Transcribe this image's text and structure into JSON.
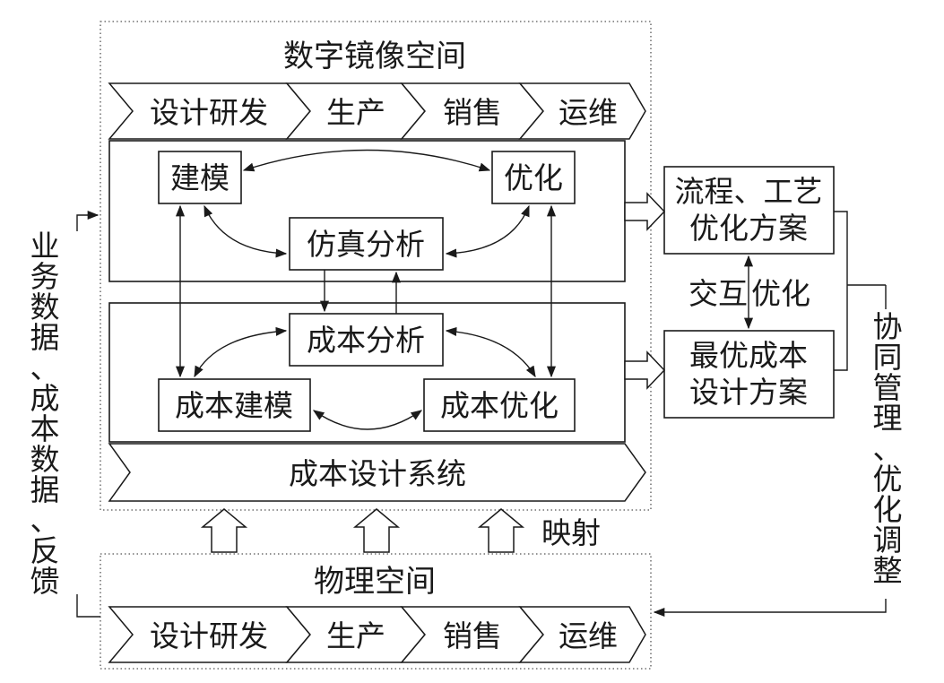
{
  "digital_space": {
    "title": "数字镜像空间",
    "stages": [
      "设计研发",
      "生产",
      "销售",
      "运维"
    ],
    "nodes": {
      "modeling": "建模",
      "optimization": "优化",
      "simulation": "仿真分析",
      "cost_analysis": "成本分析",
      "cost_modeling": "成本建模",
      "cost_optimization": "成本优化"
    },
    "system_label": "成本设计系统"
  },
  "physical_space": {
    "title": "物理空间",
    "stages": [
      "设计研发",
      "生产",
      "销售",
      "运维"
    ]
  },
  "mapping_label": "映射",
  "outputs": {
    "process_plan_line1": "流程、工艺",
    "process_plan_line2": "优化方案",
    "interaction_label": "交互优化",
    "cost_plan_line1": "最优成本",
    "cost_plan_line2": "设计方案"
  },
  "left_feedback_label": [
    "业",
    "务",
    "数",
    "据",
    "、",
    "成",
    "本",
    "数",
    "据",
    "、",
    "反",
    "馈"
  ],
  "right_feedback_label": [
    "协",
    "同",
    "管",
    "理",
    "、",
    "优",
    "化",
    "调",
    "整"
  ]
}
